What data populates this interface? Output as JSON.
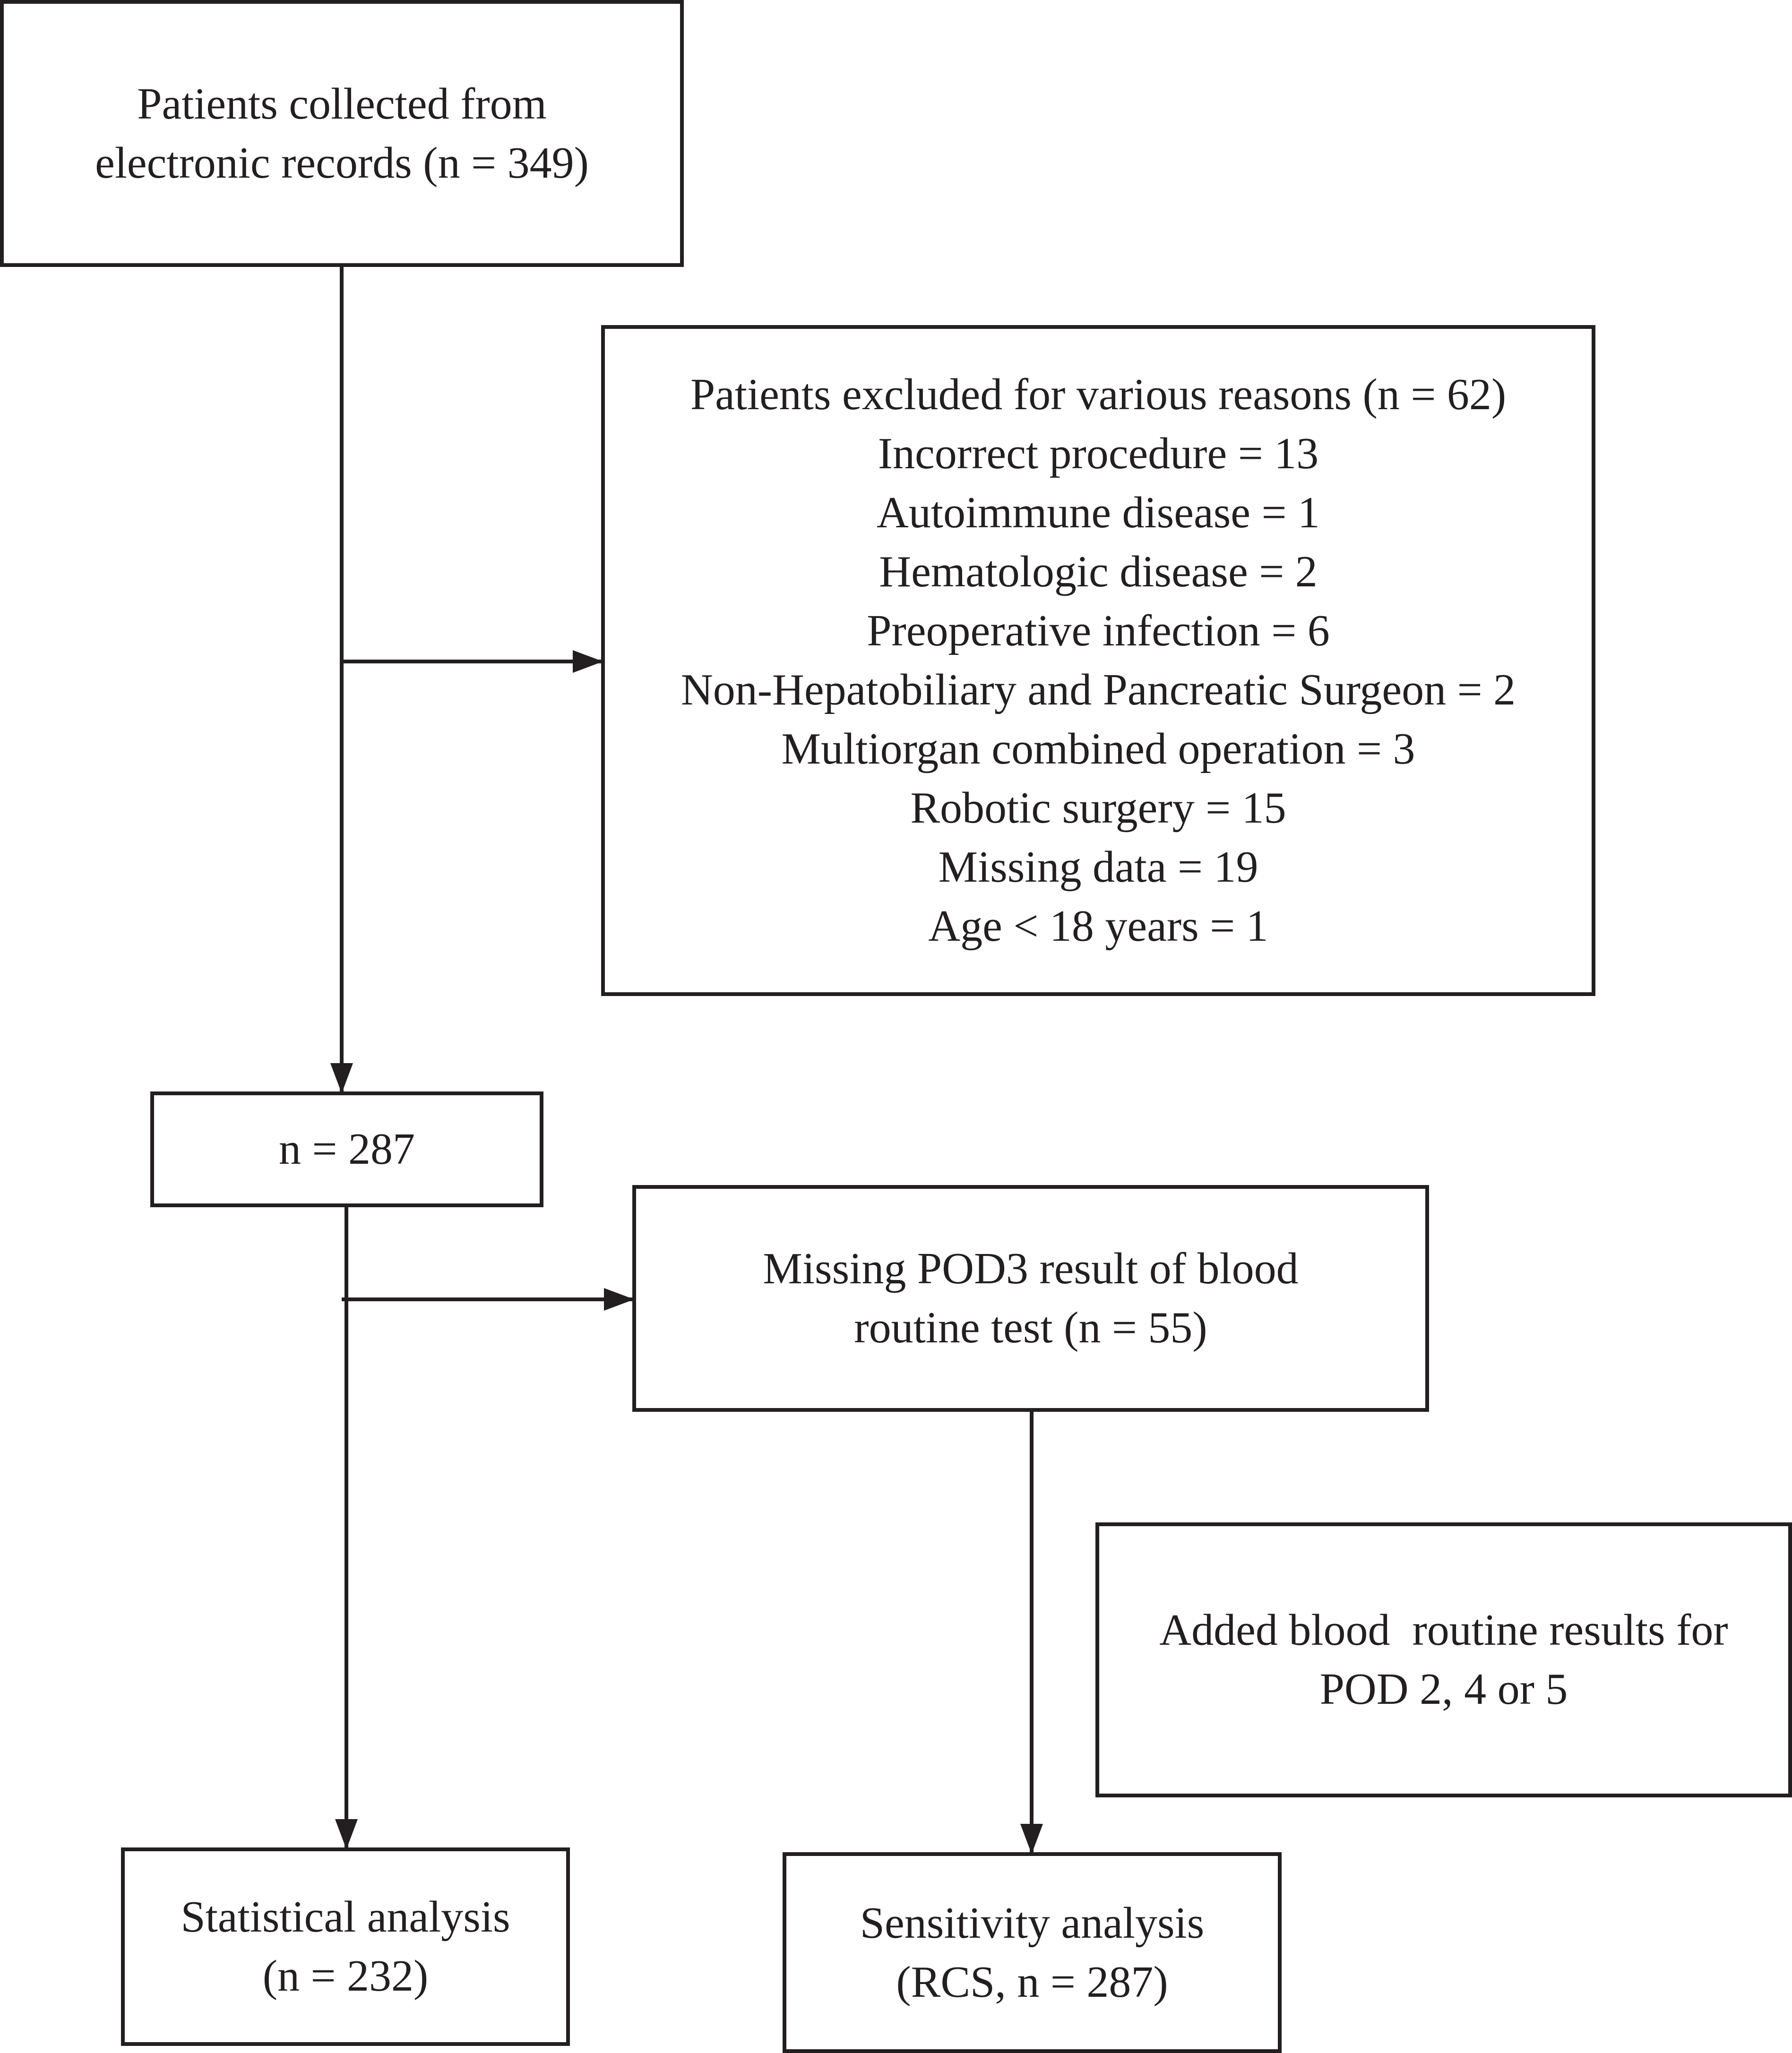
{
  "boxes": {
    "collected": {
      "lines": [
        "Patients collected from",
        "electronic records (n = 349)"
      ]
    },
    "excluded": {
      "lines": [
        "Patients excluded for various reasons (n = 62)",
        "Incorrect procedure = 13",
        "Autoimmune disease = 1",
        "Hematologic disease = 2",
        "Preoperative infection = 6",
        "Non-Hepatobiliary and Pancreatic Surgeon = 2",
        "Multiorgan combined operation = 3",
        "Robotic surgery = 15",
        "Missing data = 19",
        "Age < 18 years = 1"
      ]
    },
    "remaining": {
      "lines": [
        "n = 287"
      ]
    },
    "missing_pod3": {
      "lines": [
        "Missing POD3 result of blood",
        "routine test (n = 55)"
      ]
    },
    "added_results": {
      "lines": [
        "Added blood  routine results for",
        "POD 2, 4 or 5"
      ]
    },
    "statistical": {
      "lines": [
        "Statistical analysis",
        "(n = 232)"
      ]
    },
    "sensitivity": {
      "lines": [
        "Sensitivity analysis",
        "(RCS, n = 287)"
      ]
    }
  },
  "colors": {
    "stroke": "#231f20",
    "background": "#ffffff"
  }
}
